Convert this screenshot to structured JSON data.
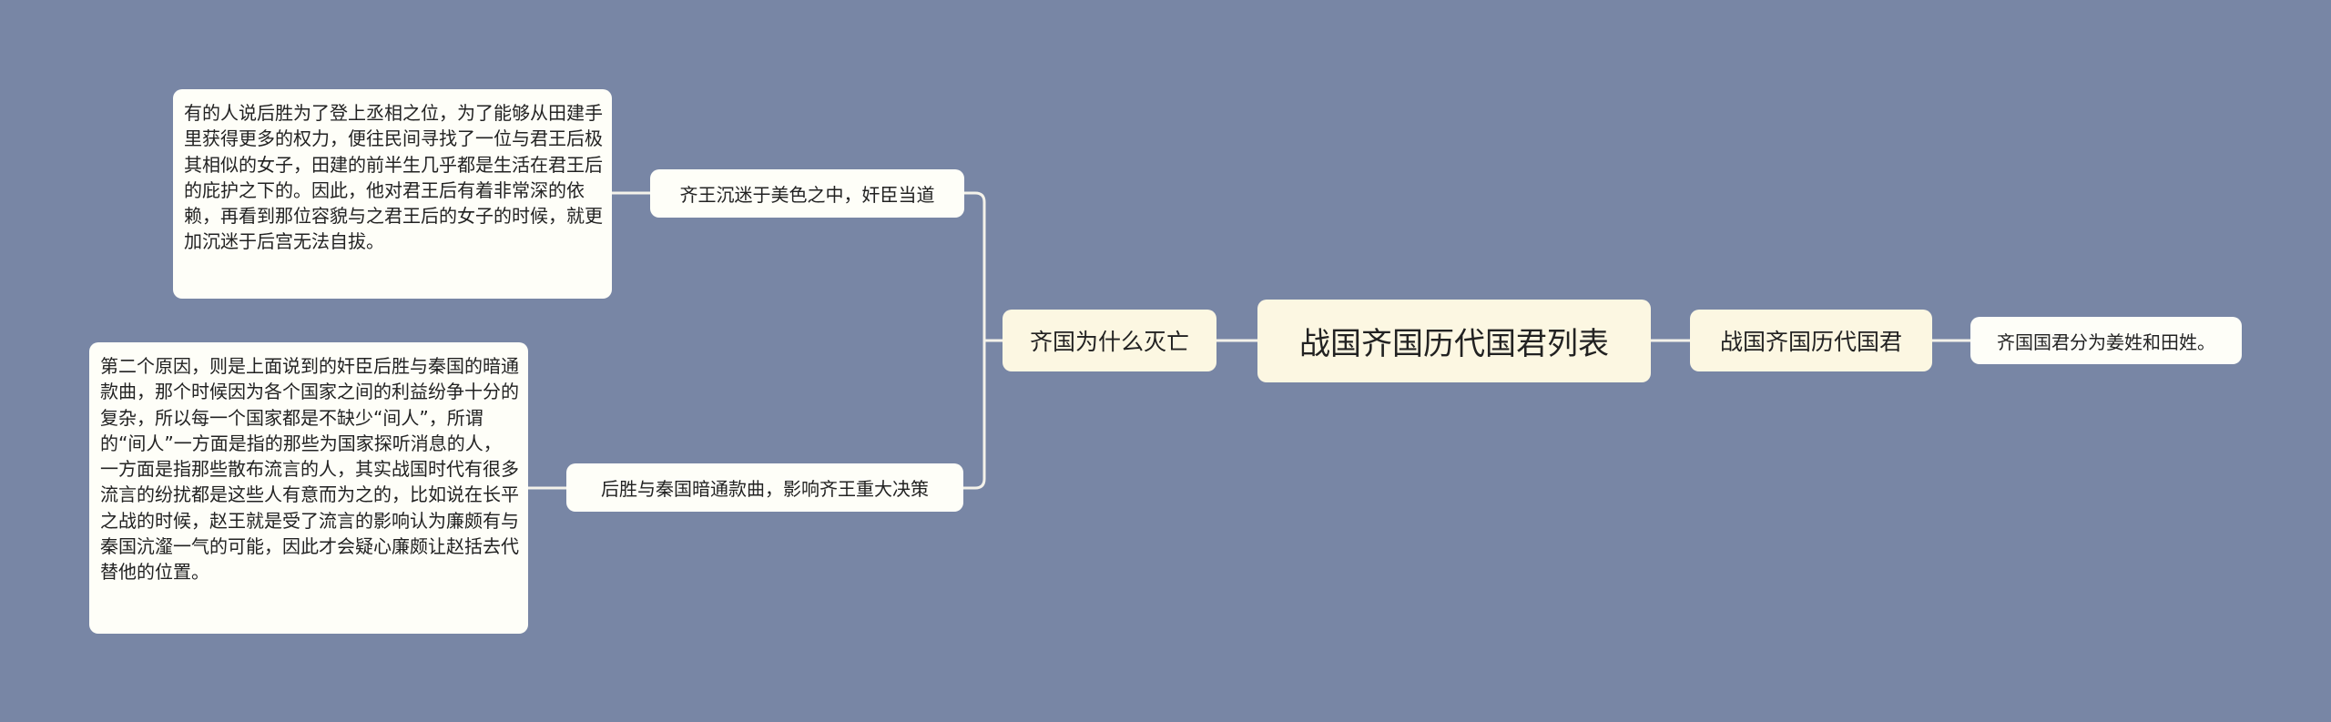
{
  "mindmap": {
    "root": {
      "label": "战国齐国历代国君列表"
    },
    "left_branch": {
      "label": "齐国为什么灭亡",
      "children": [
        {
          "label": "齐王沉迷于美色之中，奸臣当道",
          "detail": "有的人说后胜为了登上丞相之位，为了能够从田建手里获得更多的权力，便往民间寻找了一位与君王后极其相似的女子，田建的前半生几乎都是生活在君王后的庇护之下的。因此，他对君王后有着非常深的依赖，再看到那位容貌与之君王后的女子的时候，就更加沉迷于后宫无法自拔。"
        },
        {
          "label": "后胜与秦国暗通款曲，影响齐王重大决策",
          "detail": "第二个原因，则是上面说到的奸臣后胜与秦国的暗通款曲，那个时候因为各个国家之间的利益纷争十分的复杂，所以每一个国家都是不缺少“间人”，所谓的“间人”一方面是指的那些为国家探听消息的人，一方面是指那些散布流言的人，其实战国时代有很多流言的纷扰都是这些人有意而为之的，比如说在长平之战的时候，赵王就是受了流言的影响认为廉颇有与秦国沆瀣一气的可能，因此才会疑心廉颇让赵括去代替他的位置。"
        }
      ]
    },
    "right_branch": {
      "label": "战国齐国历代国君",
      "children": [
        {
          "label": "齐国国君分为姜姓和田姓。"
        }
      ]
    },
    "colors": {
      "background": "#7886a5",
      "main_node": "#fcf7e2",
      "leaf_node": "#fefef8",
      "connector": "#f4f2ea",
      "text": "#222222"
    }
  }
}
